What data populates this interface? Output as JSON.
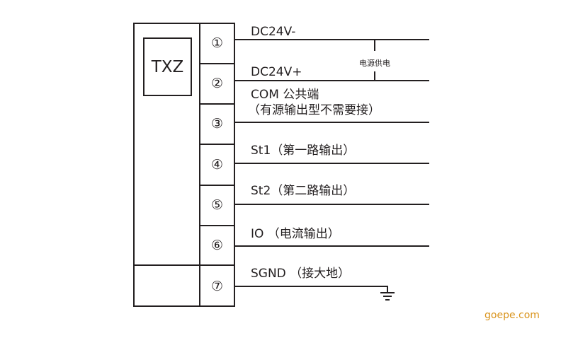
{
  "module": {
    "name": "TXZ"
  },
  "terminals": [
    {
      "number": "①",
      "label": "DC24V-"
    },
    {
      "number": "②",
      "label": "DC24V+"
    },
    {
      "number": "③",
      "label_line1": "COM 公共端",
      "label_line2": "（有源输出型不需要接）"
    },
    {
      "number": "④",
      "label": "St1（第一路输出）"
    },
    {
      "number": "⑤",
      "label": "St2（第二路输出）"
    },
    {
      "number": "⑥",
      "label": "IO （电流输出）"
    },
    {
      "number": "⑦",
      "label": "SGND （接大地）"
    }
  ],
  "power_supply_note": "电源供电",
  "ground_symbol": "ground-icon",
  "watermark": "goepe.com",
  "colors": {
    "line": "#231f20",
    "watermark": "#d9931a"
  }
}
